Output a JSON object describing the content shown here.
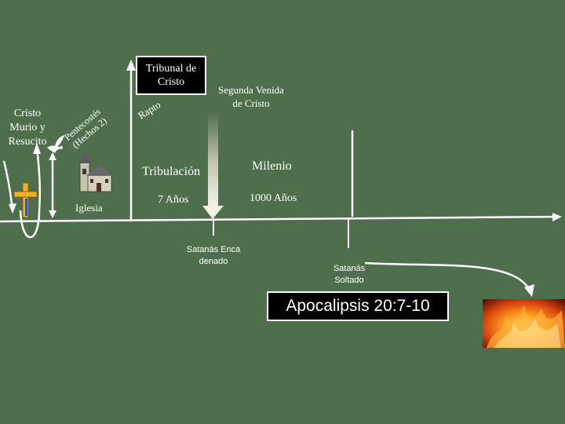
{
  "labels": {
    "tribunal": "Tribunal de Cristo",
    "segunda_venida": "Segunda Venida de Cristo",
    "rapto": "Rapto",
    "cristo_murio": "Cristo Murio y Resucito",
    "pentecostes": "Pentecostés (Hechos 2)",
    "iglesia": "Iglesia",
    "tribulacion": "Tribulación",
    "siete_anos": "7  Años",
    "milenio": "Milenio",
    "mil_anos": "1000 Años",
    "satanas_encadenado": "Satanás Encadenado",
    "satanas_soltado": "Satanás Soltado",
    "apocalipsis": "Apocalipsis 20:7-10"
  },
  "colors": {
    "background": "#4f6f4c",
    "line": "#ffffff",
    "cross": "#f0b020",
    "fire": "#e86a10"
  },
  "icons": [
    "cross-icon",
    "dove-icon",
    "church-icon",
    "fire-icon"
  ]
}
